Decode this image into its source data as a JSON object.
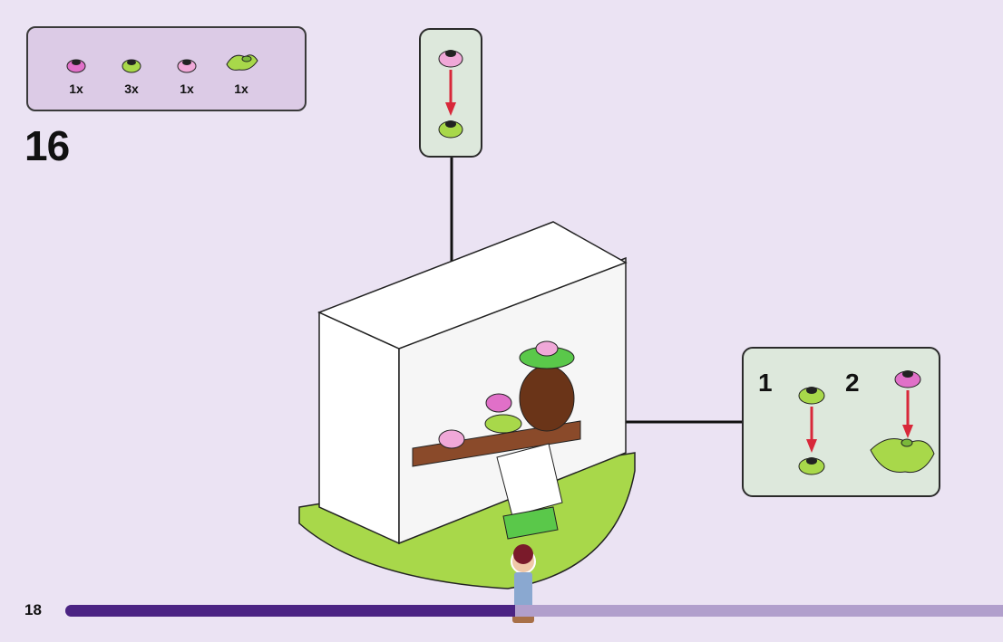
{
  "page": {
    "number": "18",
    "progress_percent": 48
  },
  "step": {
    "number": "16"
  },
  "parts_list": [
    {
      "name": "pink round flower plate",
      "color": "#e070c8",
      "qty": "1x"
    },
    {
      "name": "lime round flower plate",
      "color": "#a8d84a",
      "qty": "3x"
    },
    {
      "name": "light pink round flower plate",
      "color": "#f0a8d8",
      "qty": "1x"
    },
    {
      "name": "lime leaf plant piece",
      "color": "#a8d84a",
      "qty": "1x"
    }
  ],
  "callouts": {
    "top": {
      "description": "light pink flower stacked on lime flower"
    },
    "right": {
      "sub_steps": [
        {
          "label": "1"
        },
        {
          "label": "2"
        }
      ]
    }
  },
  "colors": {
    "background": "#ebe3f3",
    "parts_box": "#dccbe6",
    "callout_bg": "#dde8dc",
    "progress_fill": "#4b2383",
    "progress_track": "#b19fcc",
    "arrow_red": "#d8283a"
  }
}
